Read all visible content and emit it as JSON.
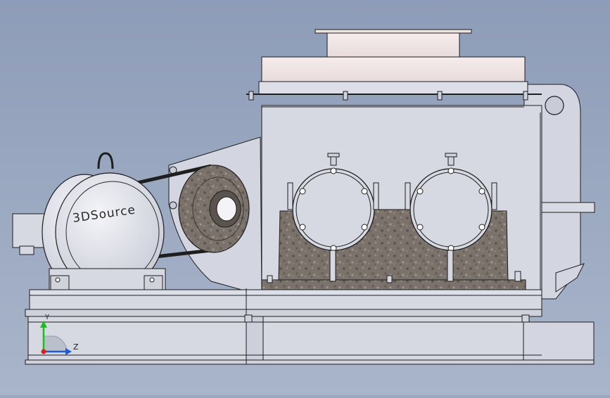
{
  "model": {
    "motor_label": "3DSource"
  },
  "triad": {
    "y_label": "Y",
    "z_label": "Z"
  },
  "colors": {
    "background_top": "#8e9db8",
    "background_bottom": "#a7b3c8",
    "line": "#1e1e1e",
    "body_fill": "#d6d8e2",
    "casting_fill": "#7a716a",
    "hopper_fill": "#f2e6e6",
    "axis_y": "#19c019",
    "axis_z": "#1c5cd8",
    "axis_origin": "#e02020"
  }
}
